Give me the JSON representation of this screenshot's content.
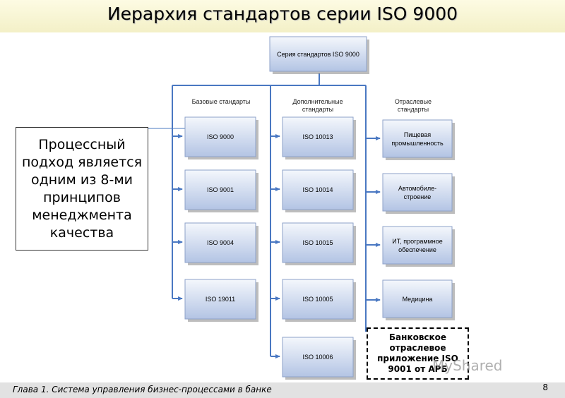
{
  "title": "Иерархия стандартов серии ISO 9000",
  "root": {
    "label": "Серия стандартов ISO 9000"
  },
  "columns": [
    {
      "heading": "Базовые стандарты",
      "items": [
        "ISO 9000",
        "ISO 9001",
        "ISO 9004",
        "ISO 19011"
      ]
    },
    {
      "heading": "Дополнительные стандарты",
      "items": [
        "ISO 10013",
        "ISO 10014",
        "ISO 10015",
        "ISO 10005",
        "ISO 10006"
      ]
    },
    {
      "heading": "Отраслевые стандарты",
      "items": [
        "Пищевая промышленность",
        "Автомобиле-строение",
        "ИТ, программное обеспечение",
        "Медицина"
      ]
    }
  ],
  "notes": {
    "process": "Процессный подход является одним из 8-ми принципов менеджмента качества",
    "bank": "Банковское отраслевое приложение ISO 9001 от АРБ"
  },
  "watermark": "MyShared",
  "footer": {
    "chapter": "Глава 1. Система управления бизнес-процессами в банке",
    "page": "8"
  },
  "colors": {
    "box_top": "#f4f7fc",
    "box_bottom": "#b3c4e4",
    "connector": "#4a78c2",
    "title_bg": "#f5f2cc"
  }
}
